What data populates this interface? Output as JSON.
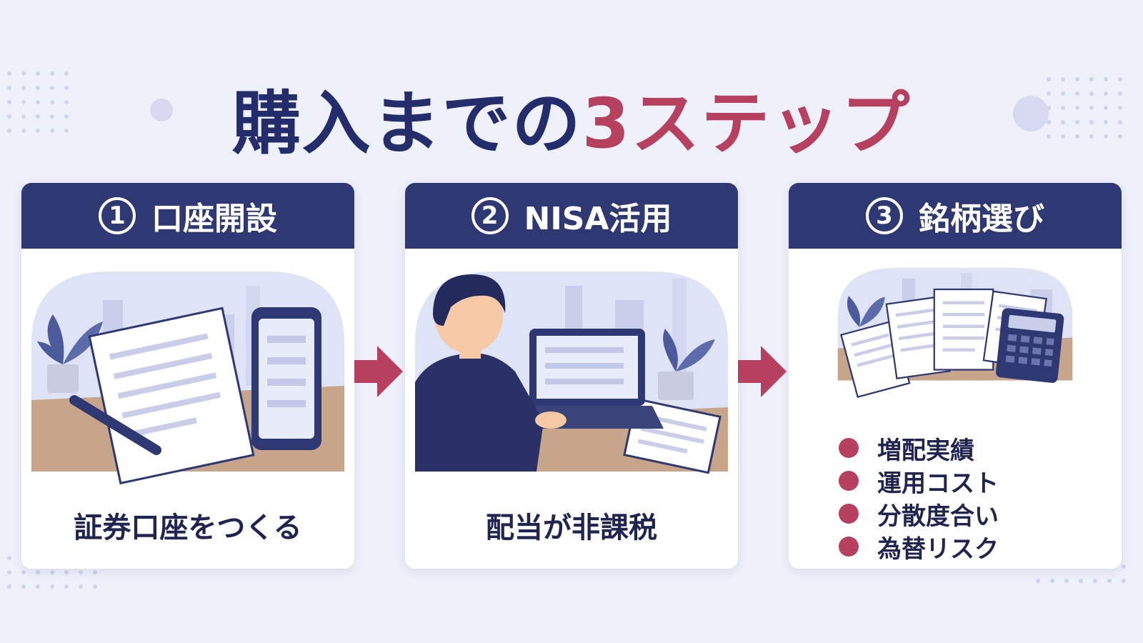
{
  "title": {
    "main": "購入までの",
    "accent": "3ステップ"
  },
  "steps": [
    {
      "number": "1",
      "title": "口座開設",
      "caption": "証券口座をつくる"
    },
    {
      "number": "2",
      "title": "NISA活用",
      "caption": "配当が非課税"
    },
    {
      "number": "3",
      "title": "銘柄選び",
      "bullets": [
        "増配実績",
        "運用コスト",
        "分散度合い",
        "為替リスク"
      ]
    }
  ],
  "colors": {
    "navy": "#2e3872",
    "accent": "#b8405f",
    "background": "#eef0fa"
  }
}
